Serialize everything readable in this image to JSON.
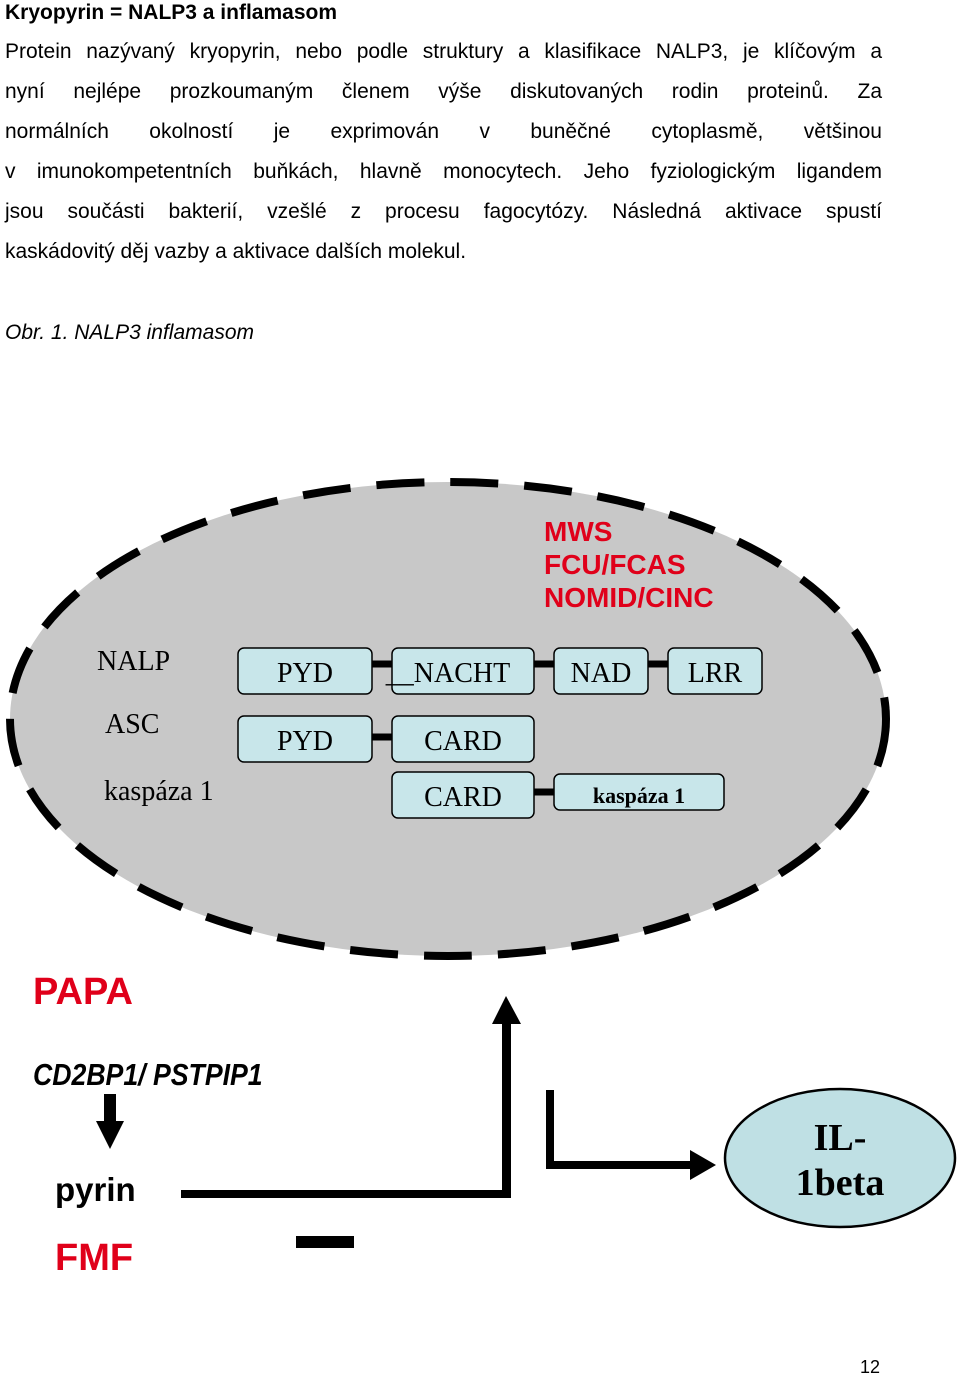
{
  "document": {
    "heading": "Kryopyrin = NALP3 a inflamasom",
    "paragraph_lines": [
      "Protein nazývaný kryopyrin, nebo podle struktury a klasifikace NALP3, je klíčovým a",
      "nyní nejlépe prozkoumaným členem výše diskutovaných rodin proteinů. Za",
      "normálních okolností je exprimován v buněčné cytoplasmě, většinou",
      "v imunokompetentních buňkách, hlavně monocytech. Jeho fyziologickým ligandem",
      "jsou součásti bakterií, vzešlé z procesu fagocytózy. Následná aktivace spustí",
      "kaskádovitý děj vazby a aktivace dalších molekul."
    ],
    "figure_caption": "Obr. 1. NALP3 inflamasom",
    "page_number": "12"
  },
  "diagram": {
    "syndromes": [
      "MWS",
      "FCU/FCAS",
      "NOMID/CINC"
    ],
    "row_labels": {
      "nalp": "NALP",
      "asc": "ASC",
      "caspase": "kaspáza 1"
    },
    "domains": {
      "nalp_pyd": "PYD",
      "nalp_nacht": "__NACHT",
      "nalp_nad": "NAD",
      "nalp_lrr": "LRR",
      "asc_pyd": "PYD",
      "asc_card": "CARD",
      "casp_card": "CARD",
      "casp_kaspaza": "kaspáza 1"
    },
    "papa": "PAPA",
    "gene": "CD2BP1/ PSTPIP1",
    "pyrin": "pyrin",
    "fmf": "FMF",
    "il1beta_line1": "IL-",
    "il1beta_line2": "1beta",
    "colors": {
      "red_text": "#e0001a",
      "ellipse_fill": "#c8c8c8",
      "box_fill": "#c8e6ea",
      "il_fill": "#bfe0e4"
    }
  }
}
